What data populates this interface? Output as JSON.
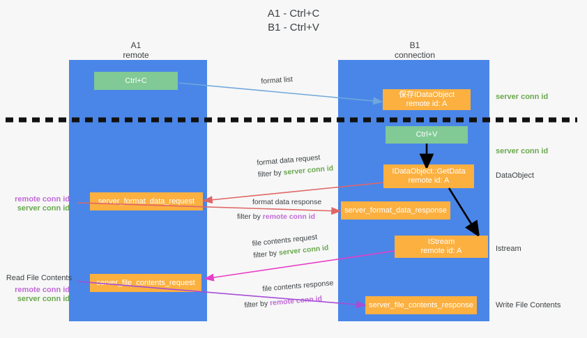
{
  "title": {
    "line1": "A1 - Ctrl+C",
    "line2": "B1 - Ctrl+V"
  },
  "lanes": [
    {
      "id": "a1",
      "name": "A1",
      "sub": "remote"
    },
    {
      "id": "b1",
      "name": "B1",
      "sub": "connection"
    }
  ],
  "nodes": {
    "ctrl_c": {
      "line1": "Ctrl+C",
      "line2": ""
    },
    "save_idataobject": {
      "line1": "保存IDataObject",
      "line2": "remote id: A"
    },
    "ctrl_v": {
      "line1": "Ctrl+V",
      "line2": ""
    },
    "getdata": {
      "line1": "IDataObject::GetData",
      "line2": "remote id: A"
    },
    "format_data_request": {
      "line1": "server_format_data_request",
      "line2": ""
    },
    "format_data_response": {
      "line1": "server_format_data_response",
      "line2": ""
    },
    "istream": {
      "line1": "IStream",
      "line2": "remote id: A"
    },
    "file_contents_request": {
      "line1": "server_file_contents_request",
      "line2": ""
    },
    "file_contents_response": {
      "line1": "server_file_contents_response",
      "line2": ""
    }
  },
  "edges": {
    "format_list": {
      "title": "format list",
      "filter_prefix": "",
      "filter_value": ""
    },
    "format_data_request": {
      "title": "format data request",
      "filter_prefix": "filter by ",
      "filter_value": "server conn id"
    },
    "format_data_response": {
      "title": "format data response",
      "filter_prefix": "filter by ",
      "filter_value": "remote conn id"
    },
    "file_contents_request": {
      "title": "file contents request",
      "filter_prefix": "filter by ",
      "filter_value": "server conn id"
    },
    "file_contents_response": {
      "title": "file contents response",
      "filter_prefix": "filter by ",
      "filter_value": "remote conn id"
    }
  },
  "side_labels": {
    "right_server_conn_top": "server conn id",
    "right_server_conn_mid": "server conn id",
    "right_dataobject": "DataObject",
    "right_istream": "Istream",
    "right_write_file_contents": "Write File Contents",
    "left_remote_conn_1": "remote conn id",
    "left_server_conn_1": "server conn id",
    "left_read_file_contents": "Read File Contents",
    "left_remote_conn_2": "remote conn id",
    "left_server_conn_2": "server conn id"
  },
  "colors": {
    "lane": "#4a86e8",
    "green_box": "#81c995",
    "orange_box": "#fbb040",
    "green_text": "#6aa84f",
    "purple_text": "#c16bd8",
    "arrow_blue": "#6fa8dc",
    "arrow_red": "#e06666",
    "arrow_magenta": "#e83ec7",
    "arrow_purple": "#a64dd6",
    "arrow_black": "#000000",
    "background": "#f7f7f7"
  }
}
